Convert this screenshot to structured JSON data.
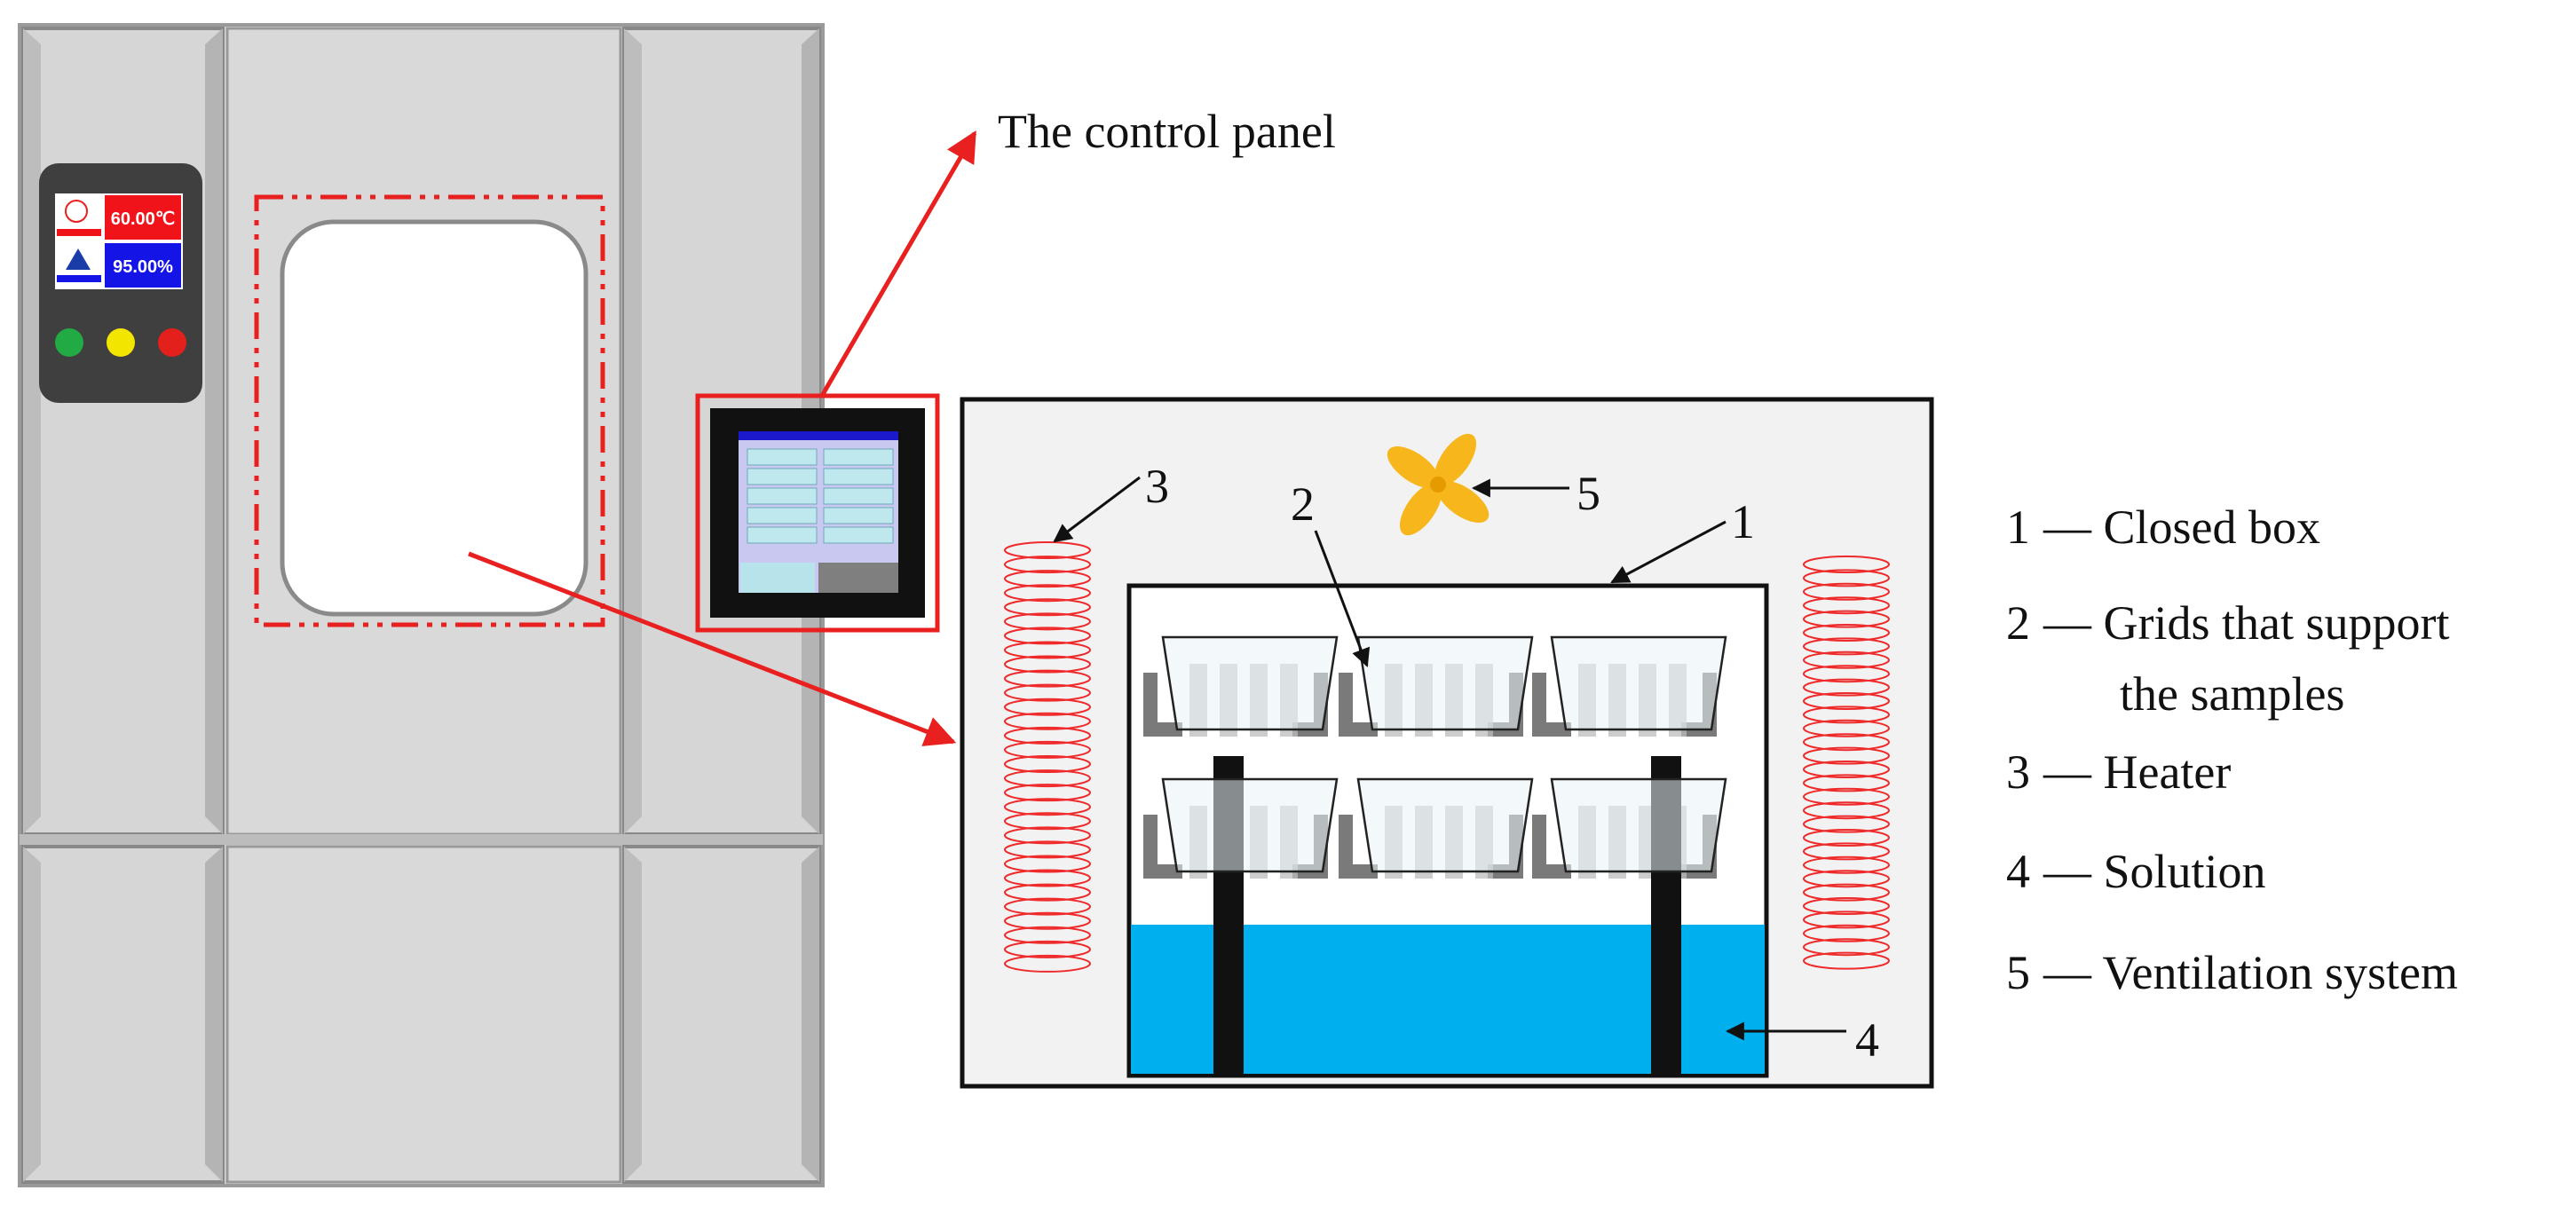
{
  "display": {
    "temperature": "60.00℃",
    "humidity": "95.00%",
    "indicator_colors": [
      "#22aa44",
      "#f2e500",
      "#e3201b"
    ]
  },
  "labels": {
    "control_panel": "The control panel",
    "n1": "1",
    "n2": "2",
    "n3": "3",
    "n4": "4",
    "n5": "5"
  },
  "legend": [
    {
      "number": "1",
      "text": "— Closed box"
    },
    {
      "number": "2",
      "text": "— Grids that support",
      "text2": "the samples"
    },
    {
      "number": "3",
      "text": "— Heater"
    },
    {
      "number": "4",
      "text": "— Solution"
    },
    {
      "number": "5",
      "text": "— Ventilation system"
    }
  ],
  "colors": {
    "cabinet": "#d7d7d7",
    "accent_red": "#e8201f",
    "solution": "#00b0ee",
    "fan": "#f7b61c",
    "panel_dark": "#3c3c3c"
  }
}
